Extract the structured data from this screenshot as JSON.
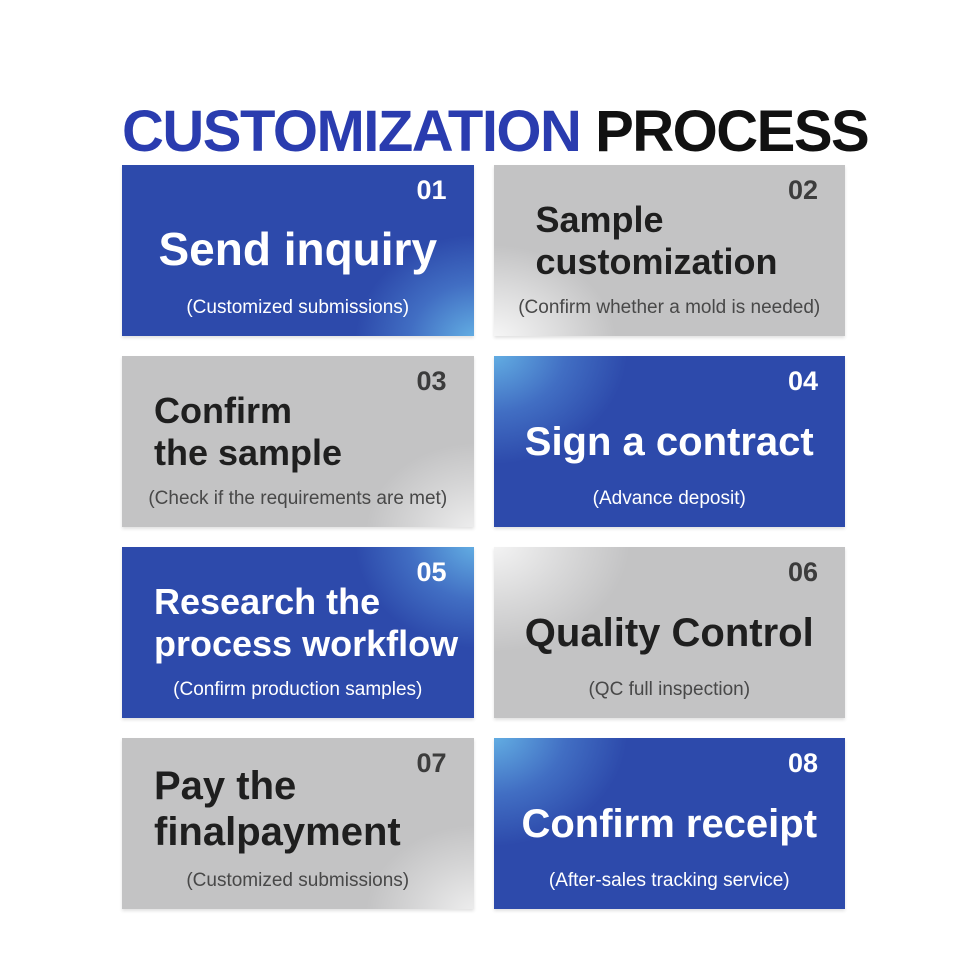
{
  "header": {
    "title_primary": "CUSTOMIZATION",
    "title_secondary": "PROCESS"
  },
  "colors": {
    "header_blue": "#2a3caf",
    "card_blue": "#2d4aab",
    "glow_blue": "#66b4e6",
    "card_gray": "#c3c3c4",
    "title_dark": "#1f1f1f",
    "subtitle_gray": "#484848",
    "number_gray": "#3c3c3c",
    "text_white": "#ffffff"
  },
  "cards": [
    {
      "number": "01",
      "title_lines": [
        "Send inquiry"
      ],
      "subtitle": "(Customized submissions)"
    },
    {
      "number": "02",
      "title_lines": [
        "Sample",
        "customization"
      ],
      "subtitle": "(Confirm whether a mold is needed)"
    },
    {
      "number": "03",
      "title_lines": [
        "Confirm",
        "the sample"
      ],
      "subtitle": "(Check if the requirements are met)"
    },
    {
      "number": "04",
      "title_lines": [
        "Sign a contract"
      ],
      "subtitle": "(Advance deposit)"
    },
    {
      "number": "05",
      "title_lines": [
        "Research the",
        "process workflow"
      ],
      "subtitle": "(Confirm production samples)"
    },
    {
      "number": "06",
      "title_lines": [
        "Quality Control"
      ],
      "subtitle": "(QC full inspection)"
    },
    {
      "number": "07",
      "title_lines": [
        "Pay the",
        "finalpayment"
      ],
      "subtitle": "(Customized submissions)"
    },
    {
      "number": "08",
      "title_lines": [
        "Confirm receipt"
      ],
      "subtitle": "(After-sales tracking service)"
    }
  ]
}
